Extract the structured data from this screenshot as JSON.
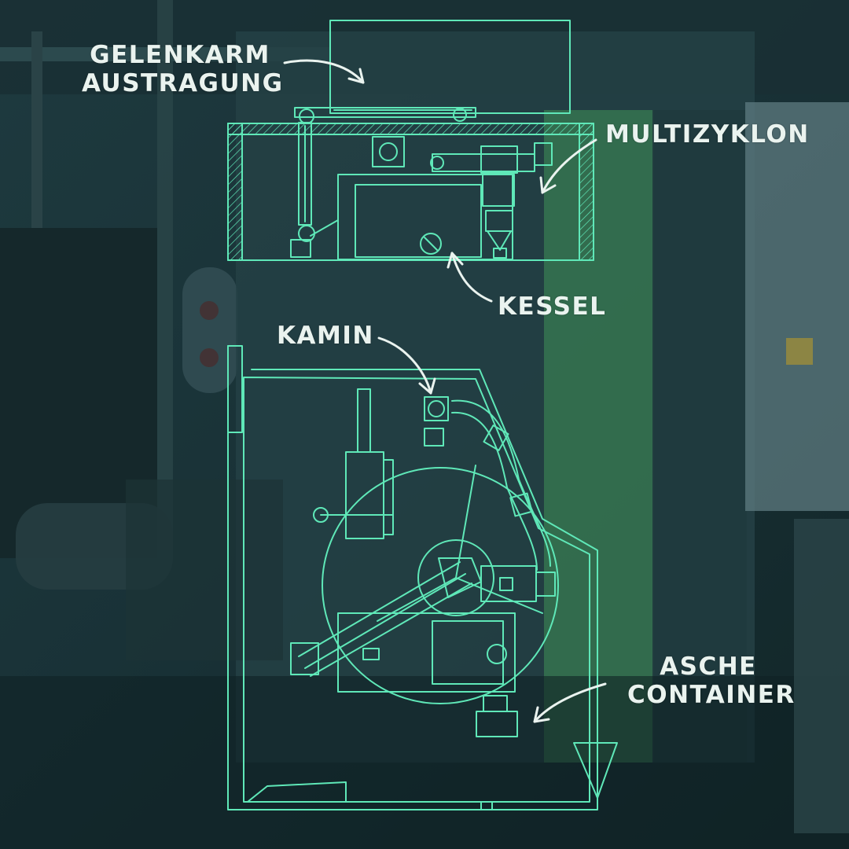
{
  "labels": {
    "gelenkarm_line1": "GELENKARM",
    "gelenkarm_line2": "AUSTRAGUNG",
    "multizyklon": "MULTIZYKLON",
    "kessel": "KESSEL",
    "kamin": "KAMIN",
    "asche_line1": "ASCHE",
    "asche_line2": "CONTAINER"
  },
  "colors": {
    "blueprint_line": "#5fe8b8",
    "label_text": "#eaf3ef",
    "background": "#1b3539",
    "green_panel": "#4db860"
  }
}
